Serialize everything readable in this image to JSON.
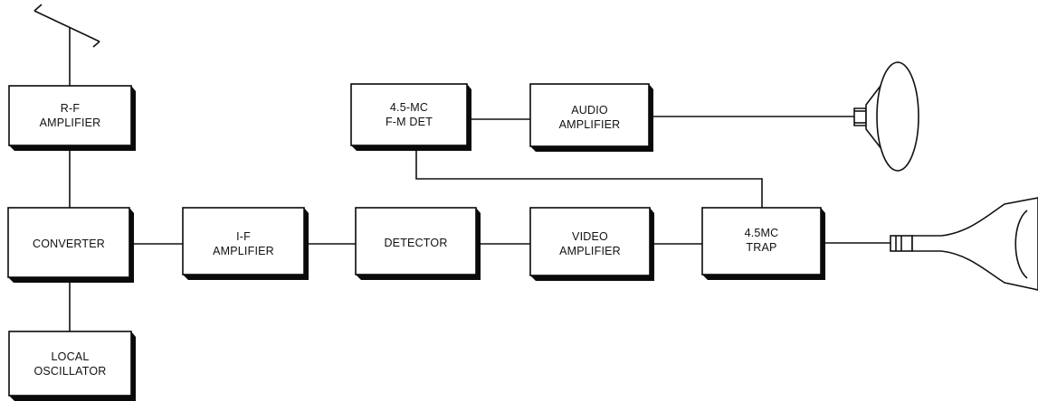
{
  "blocks": {
    "rf_amplifier": [
      "R-F",
      "AMPLIFIER"
    ],
    "converter": [
      "CONVERTER"
    ],
    "local_oscillator": [
      "LOCAL",
      "OSCILLATOR"
    ],
    "if_amplifier": [
      "I-F",
      "AMPLIFIER"
    ],
    "detector": [
      "DETECTOR"
    ],
    "video_amplifier": [
      "VIDEO",
      "AMPLIFIER"
    ],
    "trap": [
      "4.5MC",
      "TRAP"
    ],
    "fm_detector": [
      "4.5-MC",
      "F-M DET"
    ],
    "audio_amplifier": [
      "AUDIO",
      "AMPLIFIER"
    ]
  },
  "icons": {
    "antenna": "antenna-icon",
    "speaker": "loudspeaker-icon",
    "picture_tube": "picture-tube-icon"
  }
}
